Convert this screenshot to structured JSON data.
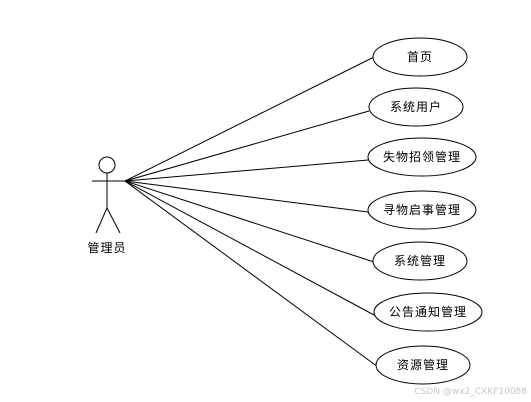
{
  "actor": {
    "label": "管理员"
  },
  "use_cases": [
    {
      "id": "home",
      "label": "首页"
    },
    {
      "id": "system-users",
      "label": "系统用户"
    },
    {
      "id": "lost-found-management",
      "label": "失物招领管理"
    },
    {
      "id": "lost-item-notice-management",
      "label": "寻物启事管理"
    },
    {
      "id": "system-management",
      "label": "系统管理"
    },
    {
      "id": "notice-management",
      "label": "公告通知管理"
    },
    {
      "id": "resource-management",
      "label": "资源管理"
    }
  ],
  "watermark": "CSDN @wx2_CXKF10088",
  "colors": {
    "stroke": "#000000",
    "background": "#ffffff",
    "watermark": "#c8c8c8"
  }
}
